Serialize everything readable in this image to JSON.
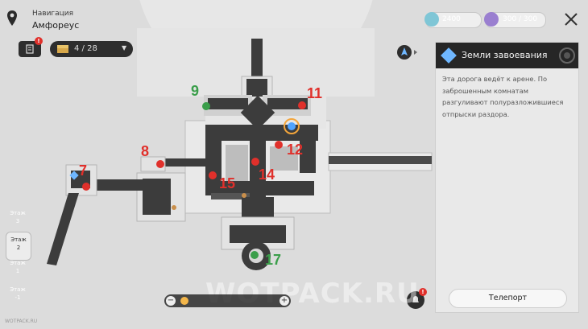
{
  "header": {
    "nav_title": "Навигация",
    "location": "Амфореус",
    "chest_counter": "4 / 28",
    "resource_1": "2400",
    "resource_2": "300 / 300",
    "notification_badge": "!"
  },
  "panel": {
    "title": "Земли завоевания",
    "description": "Эта дорога ведёт к арене. По заброшенным комнатам разгуливают полуразложившиеся отпрыски раздора.",
    "teleport_label": "Телепорт"
  },
  "floors": [
    {
      "label": "Этаж\n3",
      "active": false
    },
    {
      "label": "Этаж\n2",
      "active": true
    },
    {
      "label": "Этаж\n1",
      "active": false
    },
    {
      "label": "Этаж\n-1",
      "active": false
    }
  ],
  "markers": [
    {
      "number": "7",
      "color": "red"
    },
    {
      "number": "8",
      "color": "red"
    },
    {
      "number": "9",
      "color": "green"
    },
    {
      "number": "11",
      "color": "red"
    },
    {
      "number": "12",
      "color": "red"
    },
    {
      "number": "14",
      "color": "red"
    },
    {
      "number": "15",
      "color": "red"
    },
    {
      "number": "17",
      "color": "green"
    }
  ],
  "watermark": "WOTPACK.RU",
  "watermark_small": "WOTPACK.RU",
  "colors": {
    "red_marker": "#e0302b",
    "green_marker": "#3a9e4a",
    "panel_header": "#262626",
    "map_dark": "#3c3c3c"
  }
}
